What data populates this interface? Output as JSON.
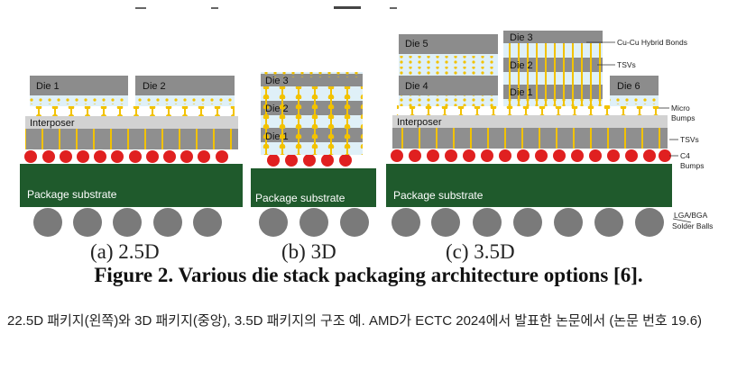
{
  "labels": {
    "die1": "Die 1",
    "die2": "Die 2",
    "die3": "Die 3",
    "die4": "Die 4",
    "die5": "Die 5",
    "die6": "Die 6",
    "interposer": "Interposer",
    "package_substrate": "Package substrate",
    "hybrid_bonds": "Cu-Cu Hybrid Bonds",
    "tsvs": "TSVs",
    "micro_bumps_1": "Micro",
    "micro_bumps_2": "Bumps",
    "c4_bumps_1": "C4",
    "c4_bumps_2": "Bumps",
    "lga_bga": "LGA/BGA",
    "solder_balls": "Solder Balls"
  },
  "subfigures": {
    "a": "(a) 2.5D",
    "b": "(b) 3D",
    "c": "(c) 3.5D"
  },
  "figure_title": "Figure 2. Various die stack packaging architecture options [6].",
  "caption": "22.5D 패키지(왼쪽)와 3D 패키지(중앙), 3.5D 패키지의 구조 예. AMD가 ECTC 2024에서 발표한 논문에서 (논문 번호 19.6)",
  "colors": {
    "die": "#8c8c8c",
    "interposer": "#8f8f8f",
    "substrate": "#1f5a2c",
    "c4": "#e02020",
    "micro_bump": "#f2c200",
    "solder_ball": "#7a7a7a",
    "film": "#dff0f8"
  }
}
